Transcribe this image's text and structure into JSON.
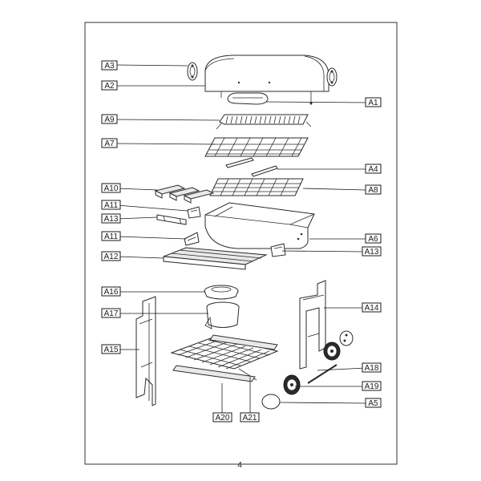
{
  "page_number": "4",
  "labels": {
    "A1": "A1",
    "A2": "A2",
    "A3": "A3",
    "A4": "A4",
    "A5": "A5",
    "A6": "A6",
    "A7": "A7",
    "A8": "A8",
    "A9": "A9",
    "A10": "A10",
    "A11a": "A11",
    "A11b": "A11",
    "A12": "A12",
    "A13a": "A13",
    "A13b": "A13",
    "A14": "A14",
    "A15": "A15",
    "A16": "A16",
    "A17": "A17",
    "A18": "A18",
    "A19": "A19",
    "A20": "A20",
    "A21": "A21"
  }
}
